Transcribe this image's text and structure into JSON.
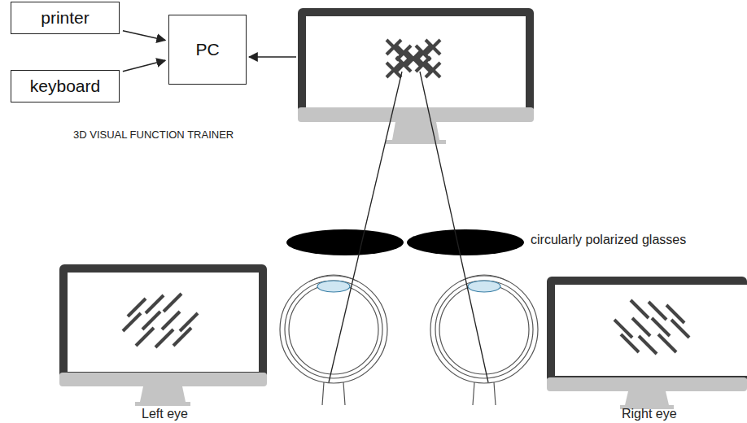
{
  "diagram": {
    "nodes": [
      {
        "text": [
          "printer"
        ]
      },
      {
        "text": [
          "keyboard"
        ]
      },
      {
        "text": [
          "PC"
        ]
      }
    ],
    "edges": [
      {
        "from": 0,
        "to": 2,
        "arrow": "to"
      },
      {
        "from": 1,
        "to": 2,
        "arrow": "to"
      }
    ],
    "labels": [
      "3D VISUAL FUNCTION TRAINER",
      "circularly polarized glasses",
      "Left eye",
      "Right eye"
    ]
  }
}
